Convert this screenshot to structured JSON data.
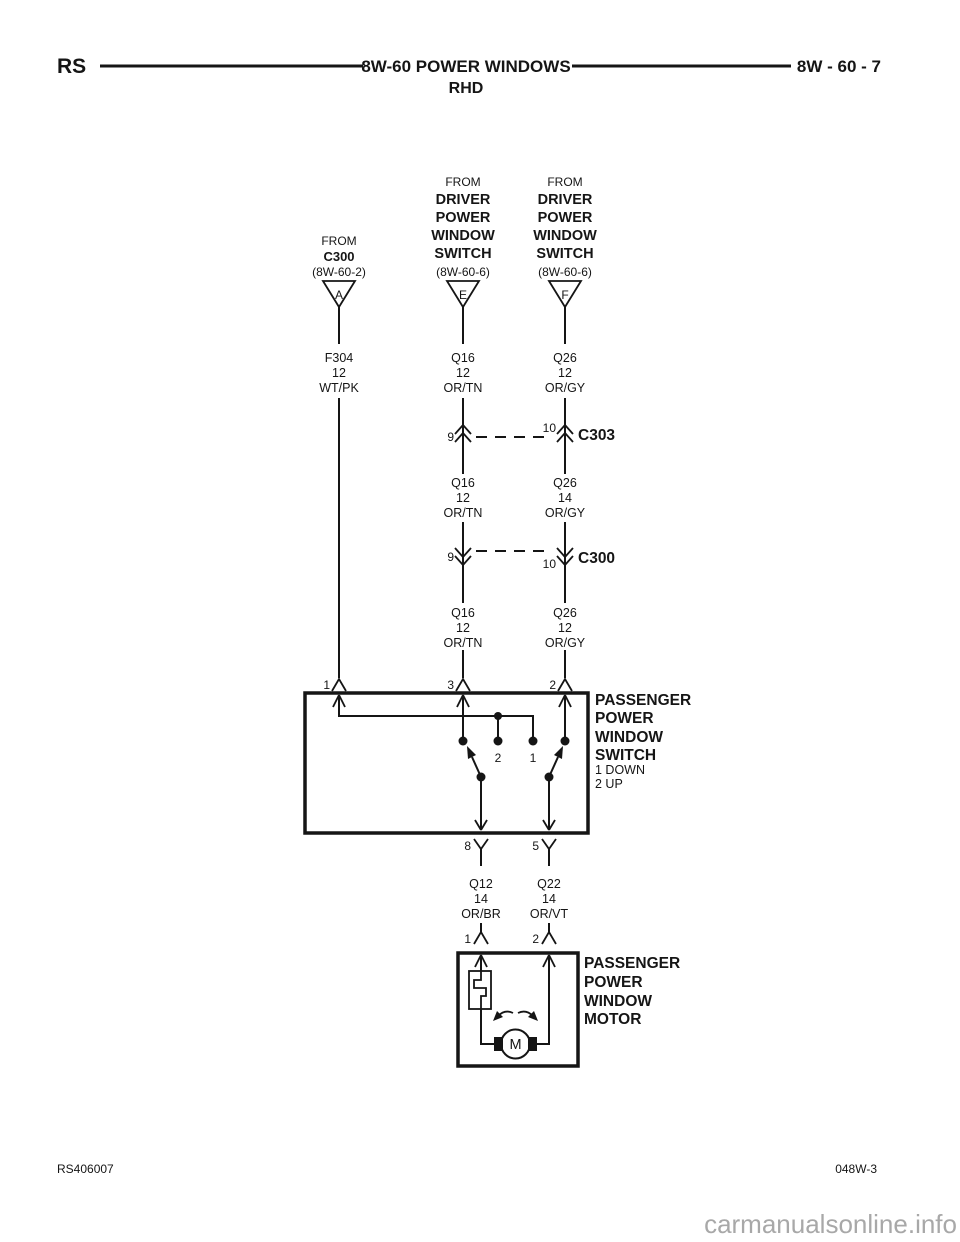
{
  "header": {
    "model": "RS",
    "title": "8W-60 POWER WINDOWS",
    "variant": "RHD",
    "page": "8W - 60 - 7"
  },
  "sources": {
    "a": {
      "from": "FROM",
      "name": "C300",
      "ref": "(8W-60-2)",
      "terminal": "A"
    },
    "e": {
      "from": "FROM",
      "name1": "DRIVER",
      "name2": "POWER",
      "name3": "WINDOW",
      "name4": "SWITCH",
      "ref": "(8W-60-6)",
      "terminal": "E"
    },
    "f": {
      "from": "FROM",
      "name1": "DRIVER",
      "name2": "POWER",
      "name3": "WINDOW",
      "name4": "SWITCH",
      "ref": "(8W-60-6)",
      "terminal": "F"
    }
  },
  "wires": {
    "f304": {
      "id": "F304",
      "gauge": "12",
      "color": "WT/PK"
    },
    "q16_top": {
      "id": "Q16",
      "gauge": "12",
      "color": "OR/TN"
    },
    "q26_top": {
      "id": "Q26",
      "gauge": "12",
      "color": "OR/GY"
    },
    "q16_mid": {
      "id": "Q16",
      "gauge": "12",
      "color": "OR/TN"
    },
    "q26_mid": {
      "id": "Q26",
      "gauge": "14",
      "color": "OR/GY"
    },
    "q16_bot": {
      "id": "Q16",
      "gauge": "12",
      "color": "OR/TN"
    },
    "q26_bot": {
      "id": "Q26",
      "gauge": "12",
      "color": "OR/GY"
    },
    "q12": {
      "id": "Q12",
      "gauge": "14",
      "color": "OR/BR"
    },
    "q22": {
      "id": "Q22",
      "gauge": "14",
      "color": "OR/VT"
    }
  },
  "connectors": {
    "c303": {
      "name": "C303",
      "left_pin": "9",
      "right_pin": "10"
    },
    "c300": {
      "name": "C300",
      "left_pin": "9",
      "right_pin": "10"
    }
  },
  "switch": {
    "pin1": "1",
    "pin3": "3",
    "pin2": "2",
    "contact2": "2",
    "contact1": "1",
    "pin8": "8",
    "pin5": "5",
    "name1": "PASSENGER",
    "name2": "POWER",
    "name3": "WINDOW",
    "name4": "SWITCH",
    "note1": "1 DOWN",
    "note2": "2 UP"
  },
  "motor": {
    "pin1": "1",
    "pin2": "2",
    "symbol": "M",
    "name1": "PASSENGER",
    "name2": "POWER",
    "name3": "WINDOW",
    "name4": "MOTOR"
  },
  "footer": {
    "doc": "RS406007",
    "sheet": "048W-3",
    "watermark": "carmanualsonline.info"
  }
}
